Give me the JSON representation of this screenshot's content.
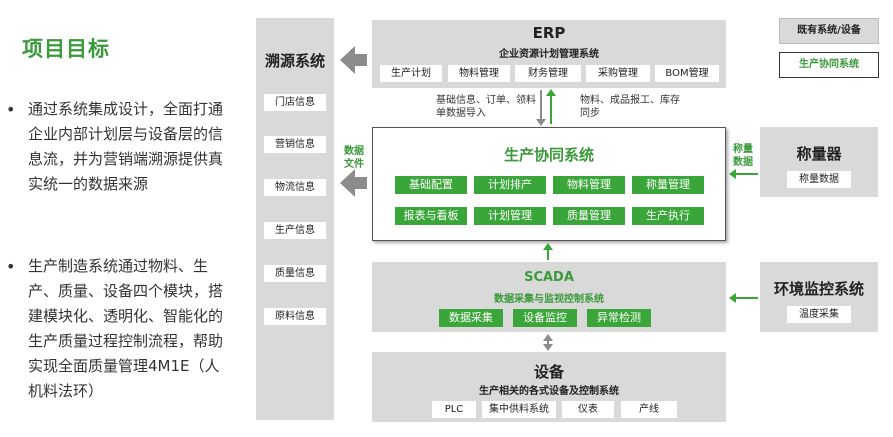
{
  "page": {
    "title": "项目目标",
    "bullets": [
      "通过系统集成设计，全面打通企业内部计划层与设备层的信息流，并为营销端溯源提供真实统一的数据来源",
      "生产制造系统通过物料、生产、质量、设备四个模块，搭建模块化、透明化、智能化的生产质量过程控制流程，帮助实现全面质量管理4M1E（人机料法环）"
    ]
  },
  "trace": {
    "title": "溯源系统",
    "items": [
      "门店信息",
      "营销信息",
      "物流信息",
      "生产信息",
      "质量信息",
      "原料信息"
    ]
  },
  "erp": {
    "title": "ERP",
    "subtitle": "企业资源计划管理系统",
    "modules": [
      "生产计划",
      "物料管理",
      "财务管理",
      "采购管理",
      "BOM管理"
    ]
  },
  "flows": {
    "down_left": "基础信息、订单、领料单数据导入",
    "up_right": "物料、成品报工、库存同步",
    "data_file": "数据文件",
    "weigh_data": "称量数据"
  },
  "collab": {
    "title": "生产协同系统",
    "modules_row1": [
      "基础配置",
      "计划排产",
      "物料管理",
      "称量管理"
    ],
    "modules_row2": [
      "报表与看板",
      "计划管理",
      "质量管理",
      "生产执行"
    ]
  },
  "scale": {
    "title": "称量器",
    "item": "称量数据"
  },
  "scada": {
    "title": "SCADA",
    "subtitle": "数据采集与监视控制系统",
    "modules": [
      "数据采集",
      "设备监控",
      "异常检测"
    ]
  },
  "env": {
    "title": "环境监控系统",
    "item": "温度采集"
  },
  "equip": {
    "title": "设备",
    "subtitle": "生产相关的各式设备及控制系统",
    "items": [
      "PLC",
      "集中供料系统",
      "仪表",
      "产线"
    ]
  },
  "legend": {
    "existing": "既有系统/设备",
    "collab": "生产协同系统"
  },
  "colors": {
    "green": "#3aa63a",
    "title_green": "#3a9a3a",
    "grey_box": "#d9d9d9",
    "arrow_grey": "#8c8c8c"
  }
}
